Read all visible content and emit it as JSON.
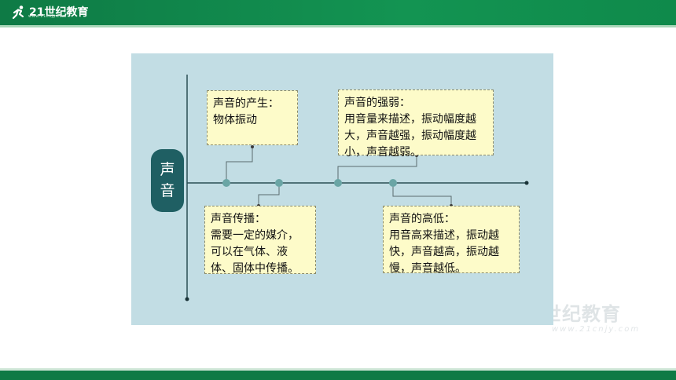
{
  "brand": {
    "logo_text": "21世纪教育",
    "logo_sub": "www.21cnjy.com",
    "watermark": "世纪教育",
    "watermark_sub": "www.21cnjy.com"
  },
  "colors": {
    "header_green": "#139452",
    "panel_bg": "#c2dde4",
    "root_bg": "#1f5f63",
    "box_bg": "#fdfbc9",
    "node_teal": "#6aa5a5"
  },
  "diagram": {
    "root_chars": [
      "声",
      "音"
    ],
    "nodes": [
      {
        "lines": [
          "声音的产生：",
          "物体振动"
        ]
      },
      {
        "lines": [
          "声音传播：",
          "需要一定的媒介，",
          "可以在气体、液",
          "体、固体中传播。"
        ]
      },
      {
        "lines": [
          "声音的强弱：",
          "用音量来描述，振动幅度越",
          "大，声音越强，振动幅度越",
          "小，声音越弱。"
        ]
      },
      {
        "lines": [
          "声音的高低：",
          "用音高来描述，振动越",
          "快，声音越高，振动越",
          "慢，声音越低。"
        ]
      }
    ]
  }
}
